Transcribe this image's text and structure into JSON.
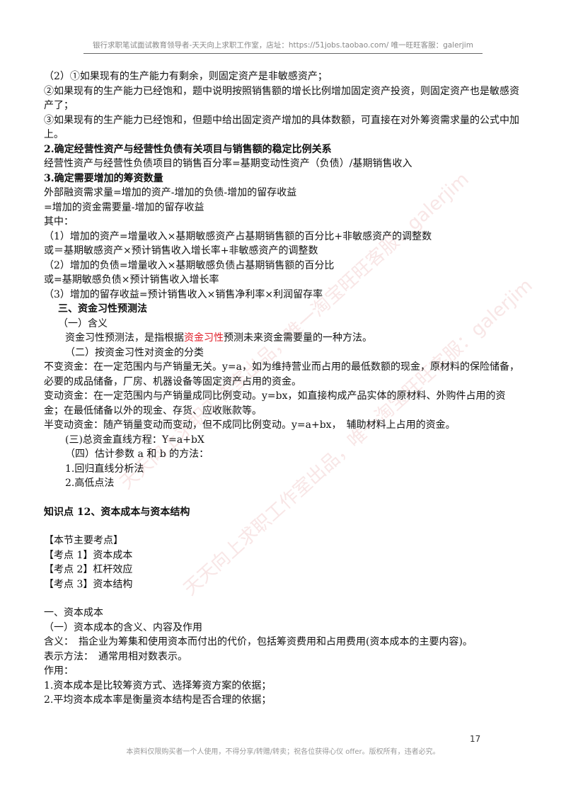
{
  "header": "银行求职笔试面试教育领导者-天天向上求职工作室，店址：https://51jobs.taobao.com/ 唯一旺旺客服：galerjim",
  "watermarks": [
    "天天向上求职工作室出品，唯一淘宝旺旺客服：galerjim",
    "天天向上求职工作室出品，唯一淘宝旺旺客服：galerjim"
  ],
  "lines": {
    "l01": "（2）①如果现有的生产能力有剩余，则固定资产是非敏感资产；",
    "l02": "②如果现有的生产能力已经饱和，题中说明按照销售额的增长比例增加固定资产投资，则固定资产也是敏感资产了；",
    "l03": "③如果现有的生产能力已经饱和，但题中给出固定资产增加的具体数额，可直接在对外筹资需求量的公式中加上。",
    "l04": "2.确定经营性资产与经营性负债有关项目与销售额的稳定比例关系",
    "l05": "经营性资产与经营性负债项目的销售百分率=基期变动性资产（负债）/基期销售收入",
    "l06": "3.确定需要增加的筹资数量",
    "l07": "外部融资需求量=增加的资产-增加的负债-增加的留存收益",
    "l08": "=增加的资金需要量-增加的留存收益",
    "l09": "其中：",
    "l10": "（1）增加的资产=增量收入×基期敏感资产占基期销售额的百分比+非敏感资产的调整数",
    "l11": "或＝基期敏感资产×预计销售收入增长率+非敏感资产的调整数",
    "l12": "（2）增加的负债=增量收入×基期敏感负债占基期销售额的百分比",
    "l13": "或=基期敏感负债×预计销售收入增长率",
    "l14": "（3）增加的留存收益=预计销售收入×销售净利率×利润留存率",
    "l15": "三、资金习性预测法",
    "l16": "（一）含义",
    "l17a": "资金习性预测法，是指根据",
    "l17b": "资金习性",
    "l17c": "预测未来资金需要量的一种方法。",
    "l18": "（二）按资金习性对资金的分类",
    "l19": "不变资金：在一定范围内与产销量无关。y=a，如为维持营业而占用的最低数额的现金，原材料的保险储备，必要的成品储备，厂房、机器设备等固定资产占用的资金。",
    "l20": "变动资金：在一定范围内与产销量成同比例变动。y=bx，如直接构成产品实体的原材料、外购件占用的资金；在最低储备以外的现金、存货、应收账款等。",
    "l21": "半变动资金：随产销量变动而变动，但不成同比例变动。y=a+bx，　辅助材料上占用的资金。",
    "l22": "(三)总资金直线方程：Y=a+bX",
    "l23": "（四）估计参数 a 和 b 的方法：",
    "l24": "1.回归直线分析法",
    "l25": "2.高低点法",
    "l26": "知识点 12、资本成本与资本结构",
    "l27": "【本节主要考点】",
    "l28": "【考点 1】资本成本",
    "l29": "【考点 2】杠杆效应",
    "l30": "【考点 3】资本结构",
    "l31": "一、资本成本",
    "l32": "（一）资本成本的含义、内容及作用",
    "l33": "含义：　指企业为筹集和使用资本而付出的代价，包括筹资费用和占用费用(资本成本的主要内容)。",
    "l34": "表示方法：　通常用相对数表示。",
    "l35": "作用：",
    "l36": "1.资本成本是比较筹资方式、选择筹资方案的依据；",
    "l37": "2.平均资本成本率是衡量资本结构是否合理的依据；"
  },
  "page_number": "17",
  "footer": "本资料仅限购买者一个人使用，不得分享/转赠/转卖；祝各位获得心仪 offer。版权所有，违者必究。",
  "colors": {
    "highlight": "#e0202a",
    "watermark": "#c83c3c"
  }
}
